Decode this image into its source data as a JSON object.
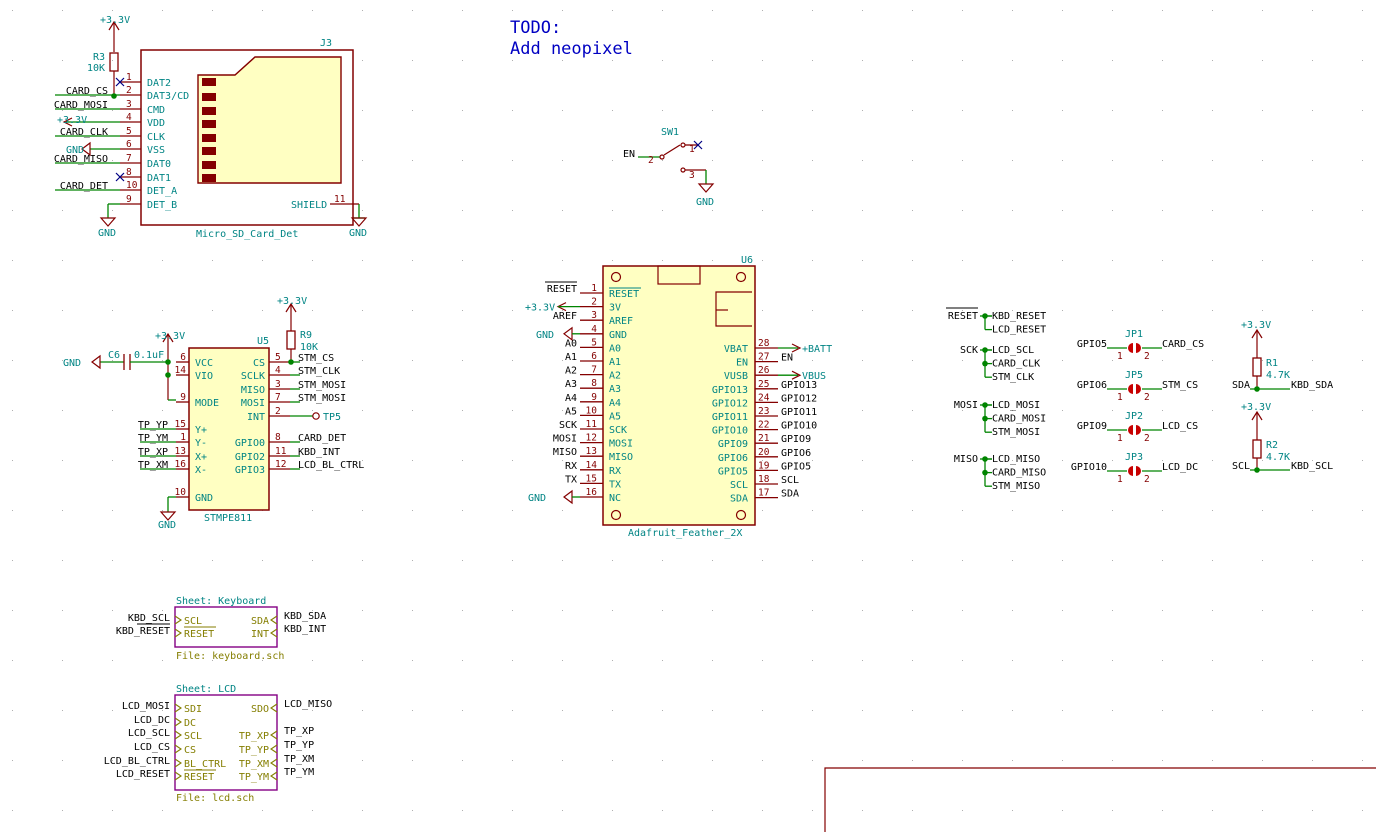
{
  "notes": {
    "todo_line1": "TODO:",
    "todo_line2": "Add neopixel"
  },
  "power": {
    "v33": "+3.3V",
    "gnd": "GND",
    "vbat": "+BATT",
    "vbus": "VBUS"
  },
  "j3": {
    "ref": "J3",
    "value": "Micro_SD_Card_Det",
    "pins": [
      {
        "num": "1",
        "name": "DAT2",
        "net": ""
      },
      {
        "num": "2",
        "name": "DAT3/CD",
        "net": "CARD_CS"
      },
      {
        "num": "3",
        "name": "CMD",
        "net": "CARD_MOSI"
      },
      {
        "num": "4",
        "name": "VDD",
        "net": "+3.3V"
      },
      {
        "num": "5",
        "name": "CLK",
        "net": "CARD_CLK"
      },
      {
        "num": "6",
        "name": "VSS",
        "net": "GND"
      },
      {
        "num": "7",
        "name": "DAT0",
        "net": "CARD_MISO"
      },
      {
        "num": "8",
        "name": "DAT1",
        "net": ""
      },
      {
        "num": "10",
        "name": "DET_A",
        "net": "CARD_DET"
      },
      {
        "num": "9",
        "name": "DET_B",
        "net": ""
      }
    ],
    "shield": {
      "num": "11",
      "name": "SHIELD"
    }
  },
  "r3": {
    "ref": "R3",
    "value": "10K"
  },
  "sw1": {
    "ref": "SW1",
    "net": "EN",
    "pin1": "1",
    "pin2": "2",
    "pin3": "3"
  },
  "u5": {
    "ref": "U5",
    "value": "STMPE811",
    "left": [
      {
        "num": "6",
        "name": "VCC",
        "net": ""
      },
      {
        "num": "14",
        "name": "VIO",
        "net": ""
      },
      {
        "num": "9",
        "name": "MODE",
        "net": ""
      },
      {
        "num": "15",
        "name": "Y+",
        "net": "TP_YP"
      },
      {
        "num": "1",
        "name": "Y-",
        "net": "TP_YM"
      },
      {
        "num": "13",
        "name": "X+",
        "net": "TP_XP"
      },
      {
        "num": "16",
        "name": "X-",
        "net": "TP_XM"
      },
      {
        "num": "10",
        "name": "GND",
        "net": ""
      }
    ],
    "right": [
      {
        "num": "5",
        "name": "CS",
        "net": "STM_CS"
      },
      {
        "num": "4",
        "name": "SCLK",
        "net": "STM_CLK"
      },
      {
        "num": "3",
        "name": "MISO",
        "net": "STM_MOSI"
      },
      {
        "num": "7",
        "name": "MOSI",
        "net": "STM_MOSI"
      },
      {
        "num": "2",
        "name": "INT",
        "net": "TP5"
      },
      {
        "num": "8",
        "name": "GPIO0",
        "net": "CARD_DET"
      },
      {
        "num": "11",
        "name": "GPIO2",
        "net": "KBD_INT"
      },
      {
        "num": "12",
        "name": "GPIO3",
        "net": "LCD_BL_CTRL"
      }
    ]
  },
  "c6": {
    "ref": "C6",
    "value": "0.1uF"
  },
  "r9": {
    "ref": "R9",
    "value": "10K"
  },
  "u6": {
    "ref": "U6",
    "value": "Adafruit_Feather_2X",
    "left": [
      {
        "num": "1",
        "name": "RESET",
        "net": "RESET"
      },
      {
        "num": "2",
        "name": "3V",
        "net": "+3.3V"
      },
      {
        "num": "3",
        "name": "AREF",
        "net": "AREF"
      },
      {
        "num": "4",
        "name": "GND",
        "net": "GND"
      },
      {
        "num": "5",
        "name": "A0",
        "net": "A0"
      },
      {
        "num": "6",
        "name": "A1",
        "net": "A1"
      },
      {
        "num": "7",
        "name": "A2",
        "net": "A2"
      },
      {
        "num": "8",
        "name": "A3",
        "net": "A3"
      },
      {
        "num": "9",
        "name": "A4",
        "net": "A4"
      },
      {
        "num": "10",
        "name": "A5",
        "net": "A5"
      },
      {
        "num": "11",
        "name": "SCK",
        "net": "SCK"
      },
      {
        "num": "12",
        "name": "MOSI",
        "net": "MOSI"
      },
      {
        "num": "13",
        "name": "MISO",
        "net": "MISO"
      },
      {
        "num": "14",
        "name": "RX",
        "net": "RX"
      },
      {
        "num": "15",
        "name": "TX",
        "net": "TX"
      },
      {
        "num": "16",
        "name": "NC",
        "net": "GND"
      }
    ],
    "right": [
      {
        "num": "28",
        "name": "VBAT",
        "net": "+BATT"
      },
      {
        "num": "27",
        "name": "EN",
        "net": "EN"
      },
      {
        "num": "26",
        "name": "VUSB",
        "net": "VBUS"
      },
      {
        "num": "25",
        "name": "GPIO13",
        "net": "GPIO13"
      },
      {
        "num": "24",
        "name": "GPIO12",
        "net": "GPIO12"
      },
      {
        "num": "23",
        "name": "GPIO11",
        "net": "GPIO11"
      },
      {
        "num": "22",
        "name": "GPIO10",
        "net": "GPIO10"
      },
      {
        "num": "21",
        "name": "GPIO9",
        "net": "GPIO9"
      },
      {
        "num": "20",
        "name": "GPIO6",
        "net": "GPIO6"
      },
      {
        "num": "19",
        "name": "GPIO5",
        "net": "GPIO5"
      },
      {
        "num": "18",
        "name": "SCL",
        "net": "SCL"
      },
      {
        "num": "17",
        "name": "SDA",
        "net": "SDA"
      }
    ]
  },
  "netgroups": [
    {
      "src": "RESET",
      "a": "KBD_RESET",
      "b": "LCD_RESET"
    },
    {
      "src": "SCK",
      "a": "LCD_SCL",
      "b": "CARD_CLK",
      "c": "STM_CLK"
    },
    {
      "src": "MOSI",
      "a": "LCD_MOSI",
      "b": "CARD_MOSI",
      "c": "STM_MOSI"
    },
    {
      "src": "MISO",
      "a": "LCD_MISO",
      "b": "CARD_MISO",
      "c": "STM_MISO"
    }
  ],
  "jumpers": [
    {
      "ref": "JP1",
      "left": "GPIO5",
      "right": "CARD_CS",
      "p1": "1",
      "p2": "2"
    },
    {
      "ref": "JP5",
      "left": "GPIO6",
      "right": "STM_CS",
      "p1": "1",
      "p2": "2"
    },
    {
      "ref": "JP2",
      "left": "GPIO9",
      "right": "LCD_CS",
      "p1": "1",
      "p2": "2"
    },
    {
      "ref": "JP3",
      "left": "GPIO10",
      "right": "LCD_DC",
      "p1": "1",
      "p2": "2"
    }
  ],
  "r1": {
    "ref": "R1",
    "value": "4.7K",
    "left": "SDA",
    "right": "KBD_SDA"
  },
  "r2": {
    "ref": "R2",
    "value": "4.7K",
    "left": "SCL",
    "right": "KBD_SCL"
  },
  "sheet_keyboard": {
    "name": "Sheet: Keyboard",
    "file": "File: keyboard.sch",
    "in": [
      {
        "pin": "SCL",
        "net": "KBD_SCL"
      },
      {
        "pin": "RESET",
        "net": "KBD_RESET"
      }
    ],
    "out": [
      {
        "pin": "SDA",
        "net": "KBD_SDA"
      },
      {
        "pin": "INT",
        "net": "KBD_INT"
      }
    ]
  },
  "sheet_lcd": {
    "name": "Sheet: LCD",
    "file": "File: lcd.sch",
    "in": [
      {
        "pin": "SDI",
        "net": "LCD_MOSI"
      },
      {
        "pin": "DC",
        "net": "LCD_DC"
      },
      {
        "pin": "SCL",
        "net": "LCD_SCL"
      },
      {
        "pin": "CS",
        "net": "LCD_CS"
      },
      {
        "pin": "BL_CTRL",
        "net": "LCD_BL_CTRL"
      },
      {
        "pin": "RESET",
        "net": "LCD_RESET"
      }
    ],
    "out": [
      {
        "pin": "SDO",
        "net": "LCD_MISO"
      },
      {
        "pin": "TP_XP",
        "net": "TP_XP"
      },
      {
        "pin": "TP_YP",
        "net": "TP_YP"
      },
      {
        "pin": "TP_XM",
        "net": "TP_XM"
      },
      {
        "pin": "TP_YM",
        "net": "TP_YM"
      }
    ]
  }
}
